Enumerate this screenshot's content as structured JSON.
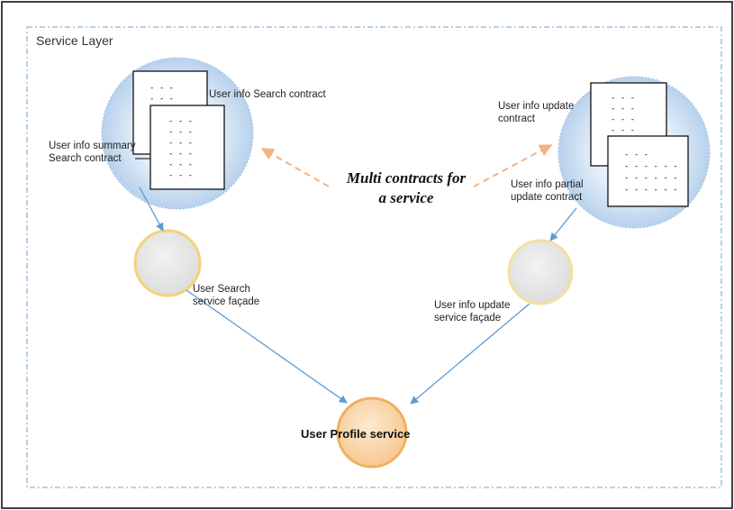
{
  "service_layer": {
    "title": "Service Layer",
    "multi_contracts_label": [
      "Multi contracts for",
      "a service"
    ]
  },
  "search_group": {
    "contract_labels": {
      "search": "User info Search contract",
      "summary": [
        "User info summary",
        "Search contract"
      ]
    },
    "facade_label": [
      "User Search",
      "service façade"
    ]
  },
  "update_group": {
    "contract_labels": {
      "update": [
        "User info update",
        "contract"
      ],
      "partial": [
        "User info partial",
        "update contract"
      ]
    },
    "facade_label": [
      "User info update",
      "service façade"
    ]
  },
  "core_service": {
    "label": "User Profile service"
  },
  "colors": {
    "border_dash": "#6fa3d6",
    "cloud_fill": "#c9ddf0",
    "facade_fill": "#e8e8e8",
    "facade_ring": "#f3d27a",
    "core_fill": "#fbd5a5",
    "core_ring": "#f0b060",
    "arrow_blue": "#5b9bd5",
    "arrow_orange": "#f4b183"
  }
}
